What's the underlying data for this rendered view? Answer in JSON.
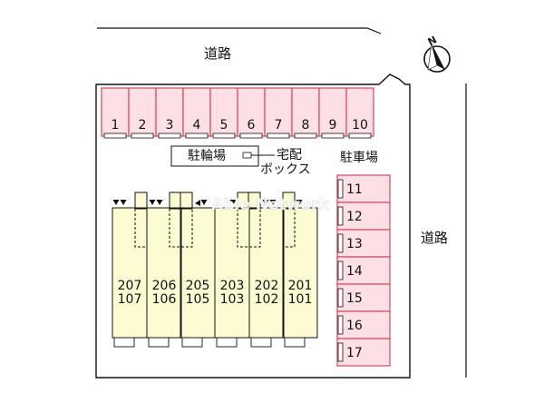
{
  "roads": {
    "top_label": "道路",
    "right_label": "道路"
  },
  "compass": {
    "north_label": "N"
  },
  "watermark": "Able Network",
  "areas": {
    "bicycle_parking": "駐輪場",
    "delivery_box_line1": "宅配",
    "delivery_box_line2": "ボックス",
    "car_parking": "駐車場"
  },
  "parking_top": [
    "1",
    "2",
    "3",
    "4",
    "5",
    "6",
    "7",
    "8",
    "9",
    "10"
  ],
  "parking_right": [
    "11",
    "12",
    "13",
    "14",
    "15",
    "16",
    "17"
  ],
  "units": [
    {
      "upper": "207",
      "lower": "107"
    },
    {
      "upper": "206",
      "lower": "106"
    },
    {
      "upper": "205",
      "lower": "105"
    },
    {
      "upper": "203",
      "lower": "103"
    },
    {
      "upper": "202",
      "lower": "102"
    },
    {
      "upper": "201",
      "lower": "101"
    }
  ],
  "colors": {
    "parking_fill": "#fde0e6",
    "parking_stroke": "#e0425b",
    "building_fill": "#fdfbd2",
    "line": "#111111"
  }
}
